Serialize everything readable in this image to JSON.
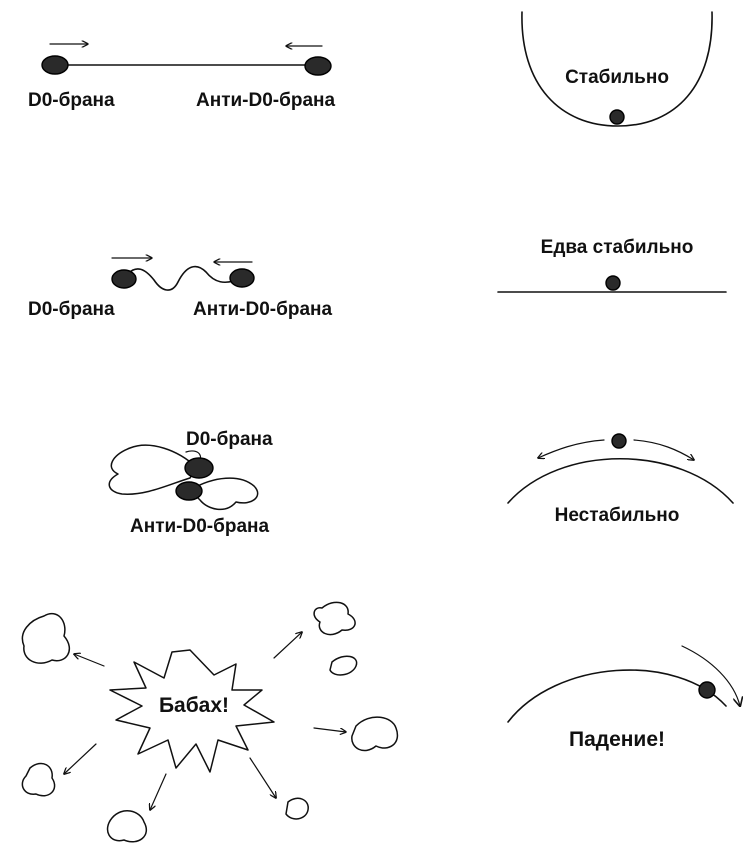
{
  "row1": {
    "left_label": "D0-брана",
    "right_label": "Анти-D0-брана",
    "state_label": "Стабильно"
  },
  "row2": {
    "left_label": "D0-брана",
    "right_label": "Анти-D0-брана",
    "state_label": "Едва стабильно"
  },
  "row3": {
    "top_label": "D0-брана",
    "bottom_label": "Анти-D0-брана",
    "state_label": "Нестабильно"
  },
  "row4": {
    "burst_label": "Бабах!",
    "state_label": "Падение!"
  },
  "colors": {
    "ink": "#111111",
    "ball": "#2a2a2a",
    "paper": "#ffffff"
  }
}
